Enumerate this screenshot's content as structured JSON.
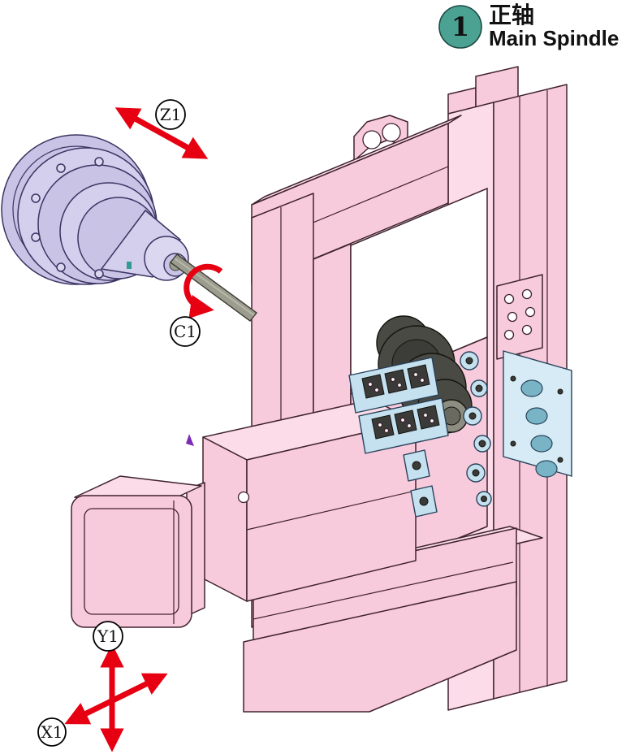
{
  "legend": {
    "badge_number": "1",
    "title_cn": "正轴",
    "title_en": "Main Spindle"
  },
  "axis_labels": {
    "z1": "Z1",
    "c1": "C1",
    "y1": "Y1",
    "x1": "X1"
  },
  "colors": {
    "frame_pink": "#f8cbdc",
    "frame_outline": "#40222f",
    "spindle_lavender": "#c9c4e6",
    "shaft_gray": "#9d9d8f",
    "arrow_red": "#e60012",
    "badge_teal": "#4ba192",
    "tool_blue": "#c5e1f0",
    "panel_blue": "#d6ebf5",
    "chuck_dark": "#4a4a45",
    "text_black": "#111111"
  },
  "icons": {
    "z_axis_arrow": "double-headed-diagonal-arrow",
    "c_axis_arrow": "rotation-arc-arrow",
    "y_axis_arrow": "double-headed-vertical-arrow",
    "x_axis_arrow": "double-headed-diagonal-arrow"
  }
}
